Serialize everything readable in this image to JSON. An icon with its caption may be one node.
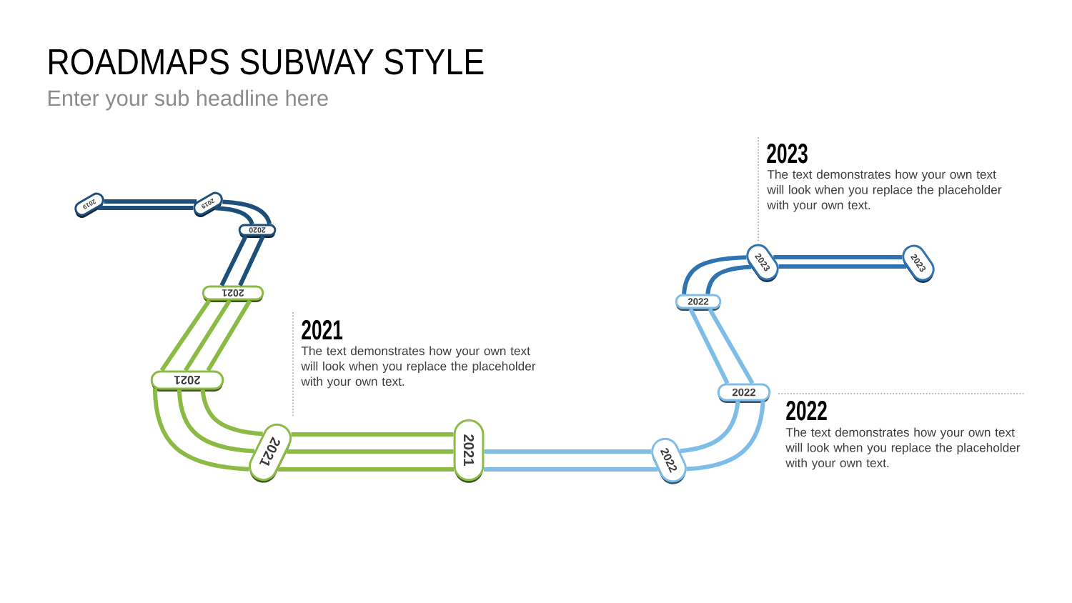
{
  "diagram": {
    "title": "ROADMAPS SUBWAY STYLE",
    "nodes": [
      {
        "text": [
          "2019"
        ]
      },
      {
        "text": [
          "2019"
        ]
      },
      {
        "text": [
          "2020"
        ]
      },
      {
        "text": [
          "2021"
        ]
      },
      {
        "text": [
          "2021"
        ]
      },
      {
        "text": [
          "2021"
        ]
      },
      {
        "text": [
          "2021"
        ]
      },
      {
        "text": [
          "2022"
        ]
      },
      {
        "text": [
          "2022"
        ]
      },
      {
        "text": [
          "2022"
        ]
      },
      {
        "text": [
          "2023"
        ]
      },
      {
        "text": [
          "2023"
        ]
      }
    ],
    "edges": [
      {
        "from": 0,
        "to": 1,
        "arrow": "none",
        "color": "#1d4f7a"
      },
      {
        "from": 0,
        "to": 1,
        "arrow": "none",
        "color": "#1d4f7a"
      },
      {
        "from": 1,
        "to": 2,
        "arrow": "none",
        "color": "#1d4f7a"
      },
      {
        "from": 1,
        "to": 2,
        "arrow": "none",
        "color": "#1d4f7a"
      },
      {
        "from": 2,
        "to": 3,
        "arrow": "none",
        "color": "#1d4f7a"
      },
      {
        "from": 2,
        "to": 3,
        "arrow": "none",
        "color": "#1d4f7a"
      },
      {
        "from": 3,
        "to": 4,
        "arrow": "none",
        "color": "#8cbb45"
      },
      {
        "from": 3,
        "to": 4,
        "arrow": "none",
        "color": "#8cbb45"
      },
      {
        "from": 3,
        "to": 4,
        "arrow": "none",
        "color": "#8cbb45"
      },
      {
        "from": 4,
        "to": 5,
        "arrow": "none",
        "color": "#8cbb45"
      },
      {
        "from": 4,
        "to": 5,
        "arrow": "none",
        "color": "#8cbb45"
      },
      {
        "from": 4,
        "to": 5,
        "arrow": "none",
        "color": "#8cbb45"
      },
      {
        "from": 5,
        "to": 6,
        "arrow": "none",
        "color": "#8cbb45"
      },
      {
        "from": 5,
        "to": 6,
        "arrow": "none",
        "color": "#8cbb45"
      },
      {
        "from": 5,
        "to": 6,
        "arrow": "none",
        "color": "#8cbb45"
      },
      {
        "from": 6,
        "to": 7,
        "arrow": "none",
        "color": "#7dbde8"
      },
      {
        "from": 6,
        "to": 7,
        "arrow": "none",
        "color": "#7dbde8"
      },
      {
        "from": 7,
        "to": 8,
        "arrow": "none",
        "color": "#7dbde8"
      },
      {
        "from": 7,
        "to": 8,
        "arrow": "none",
        "color": "#7dbde8"
      },
      {
        "from": 8,
        "to": 9,
        "arrow": "none",
        "color": "#7dbde8"
      },
      {
        "from": 8,
        "to": 9,
        "arrow": "none",
        "color": "#7dbde8"
      },
      {
        "from": 9,
        "to": 10,
        "arrow": "none",
        "color": "#2f73b1"
      },
      {
        "from": 9,
        "to": 10,
        "arrow": "none",
        "color": "#2f73b1"
      },
      {
        "from": 10,
        "to": 11,
        "arrow": "none",
        "color": "#2f73b1"
      },
      {
        "from": 10,
        "to": 11,
        "arrow": "none",
        "color": "#2f73b1"
      }
    ],
    "labels": [
      "Enter your sub headline here",
      "2023",
      "The text demonstrates how your own text will look when you replace the placeholder with your own text.",
      "2021",
      "The text demonstrates how your own text will look when you replace the placeholder with your own text.",
      "2022",
      "The text demonstrates how your own text will look when you replace the placeholder with your own text."
    ]
  }
}
